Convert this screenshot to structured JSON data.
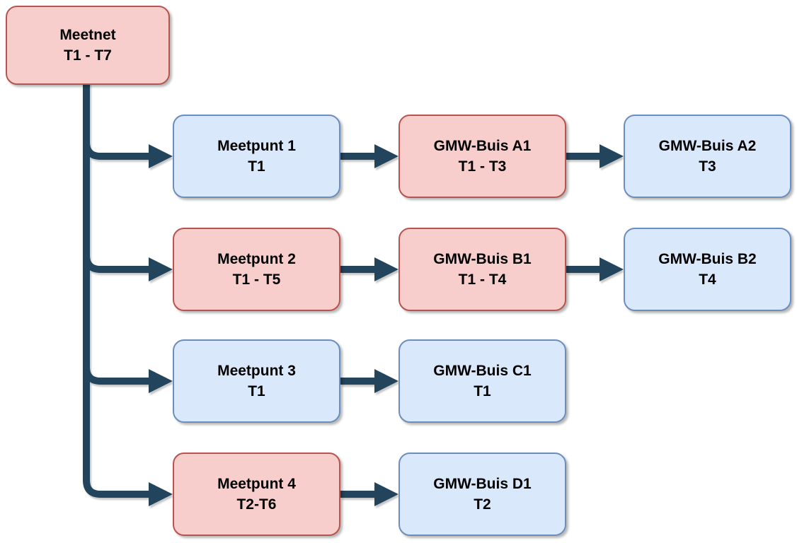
{
  "diagram": {
    "colors": {
      "background": "#FFFFFF",
      "text": "#000000",
      "edge": "#23445D",
      "red_fill": "#F8CECC",
      "red_border": "#B85450",
      "blue_fill": "#DAE8FC",
      "blue_border": "#6C8EBF"
    },
    "nodes": [
      {
        "id": "meetnet",
        "label": "Meetnet",
        "period": "T1 - T7",
        "color": "red"
      },
      {
        "id": "meetpunt-1",
        "label": "Meetpunt 1",
        "period": "T1",
        "color": "blue"
      },
      {
        "id": "gmw-buis-a1",
        "label": "GMW-Buis A1",
        "period": "T1 - T3",
        "color": "red"
      },
      {
        "id": "gmw-buis-a2",
        "label": "GMW-Buis A2",
        "period": "T3",
        "color": "blue"
      },
      {
        "id": "meetpunt-2",
        "label": "Meetpunt 2",
        "period": "T1 - T5",
        "color": "red"
      },
      {
        "id": "gmw-buis-b1",
        "label": "GMW-Buis B1",
        "period": "T1 - T4",
        "color": "red"
      },
      {
        "id": "gmw-buis-b2",
        "label": "GMW-Buis B2",
        "period": "T4",
        "color": "blue"
      },
      {
        "id": "meetpunt-3",
        "label": "Meetpunt 3",
        "period": "T1",
        "color": "blue"
      },
      {
        "id": "gmw-buis-c1",
        "label": "GMW-Buis C1",
        "period": "T1",
        "color": "blue"
      },
      {
        "id": "meetpunt-4",
        "label": "Meetpunt 4",
        "period": "T2-T6",
        "color": "red"
      },
      {
        "id": "gmw-buis-d1",
        "label": "GMW-Buis D1",
        "period": "T2",
        "color": "blue"
      }
    ],
    "edges": [
      {
        "from": "meetnet",
        "to": "meetpunt-1"
      },
      {
        "from": "meetnet",
        "to": "meetpunt-2"
      },
      {
        "from": "meetnet",
        "to": "meetpunt-3"
      },
      {
        "from": "meetnet",
        "to": "meetpunt-4"
      },
      {
        "from": "meetpunt-1",
        "to": "gmw-buis-a1"
      },
      {
        "from": "gmw-buis-a1",
        "to": "gmw-buis-a2"
      },
      {
        "from": "meetpunt-2",
        "to": "gmw-buis-b1"
      },
      {
        "from": "gmw-buis-b1",
        "to": "gmw-buis-b2"
      },
      {
        "from": "meetpunt-3",
        "to": "gmw-buis-c1"
      },
      {
        "from": "meetpunt-4",
        "to": "gmw-buis-d1"
      }
    ]
  }
}
